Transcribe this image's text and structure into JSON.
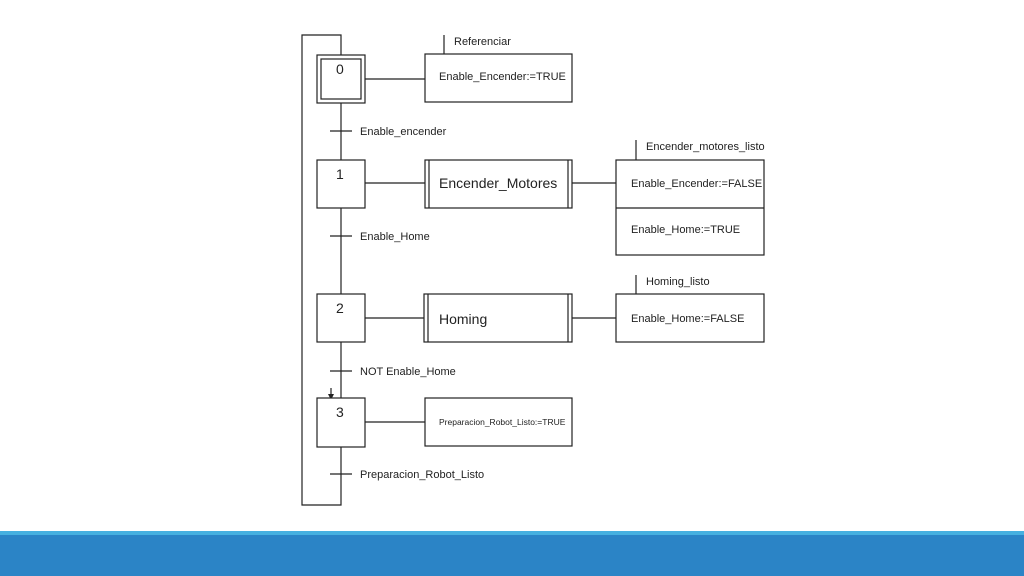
{
  "steps": [
    {
      "number": "0",
      "initial": true
    },
    {
      "number": "1",
      "initial": false
    },
    {
      "number": "2",
      "initial": false
    },
    {
      "number": "3",
      "initial": false
    }
  ],
  "transitions": [
    "Enable_encender",
    "Enable_Home",
    "NOT Enable_Home",
    "Preparacion_Robot_Listo"
  ],
  "macro_steps": [
    "Encender_Motores",
    "Homing"
  ],
  "actions": {
    "step0": {
      "qualifier": "Referenciar",
      "lines": [
        "Enable_Encender:=TRUE"
      ]
    },
    "step1": {
      "qualifier": "Encender_motores_listo",
      "lines": [
        "Enable_Encender:=FALSE",
        "Enable_Home:=TRUE"
      ]
    },
    "step2": {
      "qualifier": "Homing_listo",
      "lines": [
        "Enable_Home:=FALSE"
      ]
    },
    "step3": {
      "qualifier": "",
      "lines": [
        "Preparacion_Robot_Listo:=TRUE"
      ]
    }
  },
  "colors": {
    "line": "#222222",
    "footer": "#2b84c6",
    "footer_accent": "#46b0e0"
  }
}
